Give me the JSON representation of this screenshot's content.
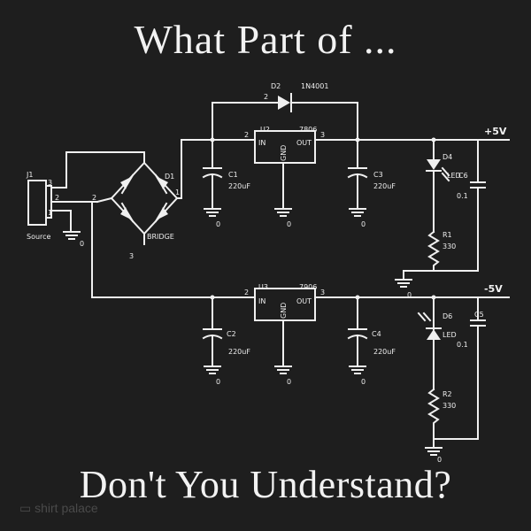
{
  "title_top": "What Part of ...",
  "title_bottom": "Don't You Understand?",
  "watermark": "shirt palace",
  "colors": {
    "background": "#1e1e1e",
    "ink": "#f0f0f0"
  },
  "labels": {
    "j1": "J1",
    "source": "Source",
    "bridge": "BRIDGE",
    "d1": "D1",
    "d2": "D2",
    "d2_part": "1N4001",
    "u2": "U2",
    "u2_part": "7806",
    "u3": "U3",
    "u3_part": "7906",
    "reg_in": "IN",
    "reg_out": "OUT",
    "reg_gnd": "GND",
    "c1": "C1",
    "c1_val": "220uF",
    "c2": "C2",
    "c2_val": "220uF",
    "c3": "C3",
    "c3_val": "220uF",
    "c4": "C4",
    "c4_val": "220uF",
    "c5": "C5",
    "c6": "C6",
    "cap_small_val": "0.1",
    "d4": "D4",
    "d6": "D6",
    "led": "LED",
    "r1": "R1",
    "r2": "R2",
    "res_val": "330",
    "plus5v": "+5V",
    "minus5v": "-5V",
    "zero": "0",
    "pin1": "1",
    "pin2": "2",
    "pin3": "3"
  }
}
